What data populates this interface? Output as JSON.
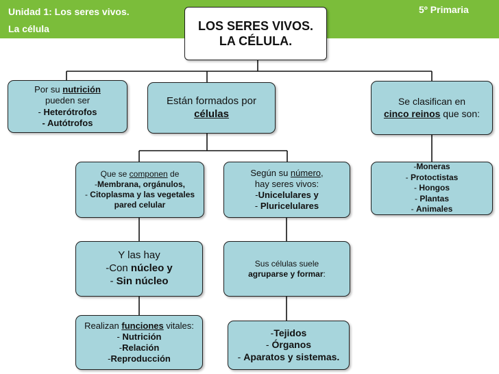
{
  "header": {
    "unit": "Unidad 1: Los seres vivos.",
    "subtitle": "La célula",
    "grade": "5º Primaria"
  },
  "root": {
    "line1": "LOS SERES VIVOS.",
    "line2": "LA CÉLULA."
  },
  "nutrition": {
    "prefix": "Por su ",
    "keyword": "nutrición",
    "line2": "pueden ser",
    "hetero_dash": "- ",
    "hetero": "Heterótrofos",
    "auto": "- Autótrofos"
  },
  "cells": {
    "line1": "Están formados por",
    "keyword": "células"
  },
  "kingdoms": {
    "line1": "Se clasifican en",
    "keyword": "cinco reinos",
    "suffix": " que son:"
  },
  "components": {
    "prefix": "Que se ",
    "keyword": "componen",
    "suffix": " de",
    "line2_dash": "-",
    "line2": "Membrana, orgánulos,",
    "line3_dash": "- ",
    "line3": "Citoplasma y las vegetales",
    "line4": "pared celular"
  },
  "number": {
    "prefix": "Según su ",
    "keyword": "número",
    "suffix": ",",
    "line2": "hay seres vivos:",
    "line3_dash": "-",
    "line3": "Unicelulares y",
    "line4_dash": "- ",
    "line4": "Pluricelulares"
  },
  "kingdom_list": {
    "items": [
      {
        "dash": "-",
        "name": "Moneras"
      },
      {
        "dash": "- ",
        "name": "Protoctistas"
      },
      {
        "dash": "- ",
        "name": "Hongos"
      },
      {
        "dash": "- ",
        "name": "Plantas"
      },
      {
        "dash": "- ",
        "name": "Animales"
      }
    ]
  },
  "nucleus": {
    "line1": "Y las hay",
    "line2_prefix": "-Con ",
    "line2_bold": "núcleo y",
    "line3_dash": "- ",
    "line3": "Sin núcleo"
  },
  "grouping": {
    "line1": "Sus células suele",
    "line2": "agruparse y formar",
    "line2_suffix": ":"
  },
  "functions": {
    "prefix": "Realizan ",
    "keyword": "funciones",
    "suffix": " vitales:",
    "items": [
      {
        "dash": "- ",
        "name": "Nutrición"
      },
      {
        "dash": "-",
        "name": "Relación"
      },
      {
        "dash": "-",
        "name": "Reproducción"
      }
    ]
  },
  "tissues": {
    "line1_dash": "-",
    "line1": "Tejidos",
    "line2_dash": "- ",
    "line2": "Órganos",
    "line3_dash": "- ",
    "line3": "Aparatos y sistemas."
  },
  "colors": {
    "band": "#7bbd3a",
    "box_fill": "#a7d5dc",
    "root_fill": "#ffffff",
    "border": "#1e1e1e"
  }
}
